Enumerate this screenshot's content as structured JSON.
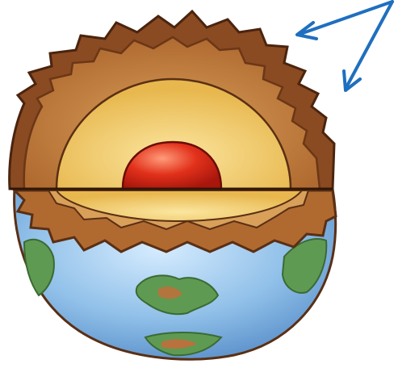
{
  "diagram": {
    "subject": "earth-interior-cutaway",
    "layers": [
      {
        "name": "crust",
        "color": "#8a4a22"
      },
      {
        "name": "mantle",
        "color": "#c27a3c"
      },
      {
        "name": "outer-core",
        "color": "#f3cf6d"
      },
      {
        "name": "inner-core",
        "color": "#e2311b"
      }
    ],
    "surface": {
      "ocean_color": "#8fbfe8",
      "land_color": "#5f9a52",
      "land_accent_color": "#c86b3a"
    },
    "pointer": {
      "color": "#1f6fbf",
      "arrow_count": 2
    }
  }
}
